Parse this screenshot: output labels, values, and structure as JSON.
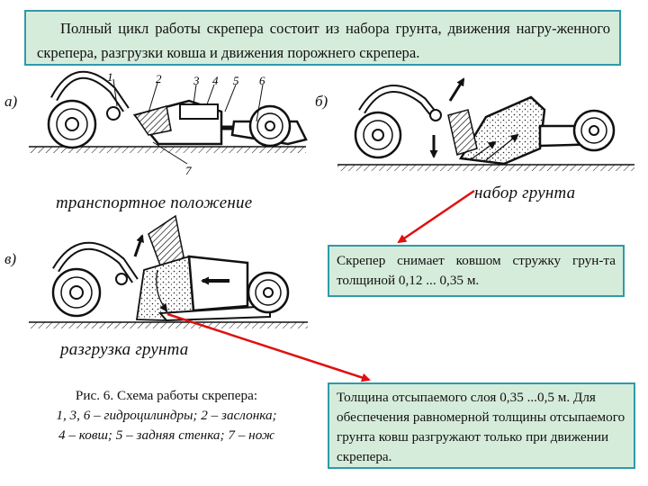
{
  "top_box": {
    "text": "Полный цикл работы скрепера состоит из набора грунта, движения нагру-женного скрепера, разгрузки ковша и движения порожнего скрепера."
  },
  "labels": {
    "a": "а)",
    "b": "б)",
    "v": "в)"
  },
  "captions": {
    "transport": "транспортное положение",
    "fill": "набор грунта",
    "unload": "разгрузка грунта"
  },
  "part_numbers": [
    "1",
    "2",
    "3",
    "4",
    "5",
    "6",
    "7"
  ],
  "info_box_1": {
    "text": "Скрепер снимает ковшом стружку грун-та толщиной 0,12 ... 0,35 м."
  },
  "info_box_2": {
    "text": "Толщина отсыпаемого слоя 0,35 ...0,5 м. Для обеспечения равномерной толщины отсыпаемого грунта ковш разгружают только при движении скрепера."
  },
  "figure_caption": {
    "line1": "Рис. 6. Схема работы скрепера:",
    "line2": "1, 3, 6 – гидроцилиндры; 2 – заслонка;",
    "line3": "4 – ковш; 5 – задняя стенка; 7 – нож"
  },
  "colors": {
    "box_fill": "#d6ecdb",
    "box_border": "#2f9aa9",
    "arrow": "#e01010"
  }
}
